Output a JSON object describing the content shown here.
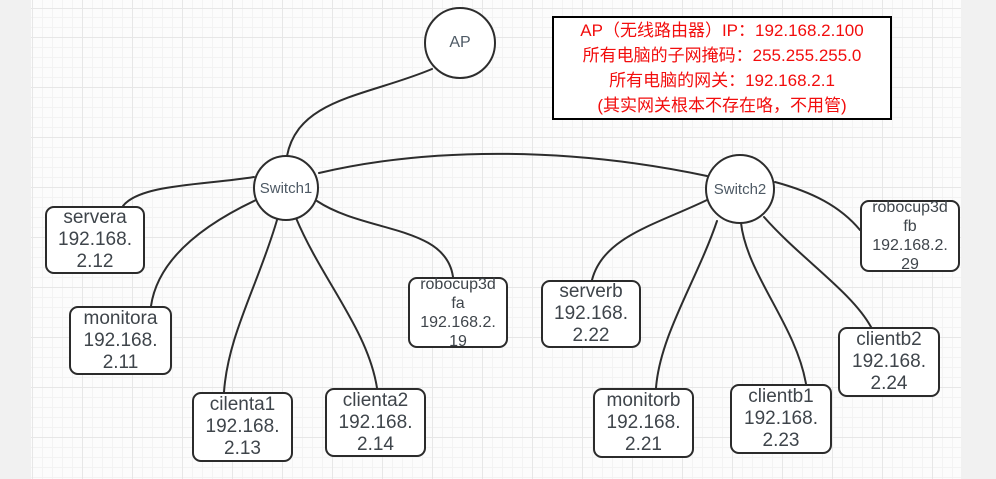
{
  "diagram": {
    "title": "network-topology",
    "info_box": {
      "text_color": "#f20d0d",
      "lines": [
        "AP（无线路由器）IP：192.168.2.100",
        "所有电脑的子网掩码：255.255.255.0",
        "所有电脑的网关：192.168.2.1",
        "(其实网关根本不存在咯，不用管)"
      ]
    },
    "nodes": {
      "ap": {
        "shape": "circle",
        "label": "AP"
      },
      "switch1": {
        "shape": "circle",
        "label": "Switch1"
      },
      "switch2": {
        "shape": "circle",
        "label": "Switch2"
      },
      "servera": {
        "shape": "box",
        "label": "servera\n192.168.\n2.12"
      },
      "monitora": {
        "shape": "box",
        "label": "monitora\n192.168.\n2.11"
      },
      "cilenta1": {
        "shape": "box",
        "label": "cilenta1\n192.168.\n2.13"
      },
      "clienta2": {
        "shape": "box",
        "label": "clienta2\n192.168.\n2.14"
      },
      "robocup3dfa": {
        "shape": "box",
        "label": "robocup3d\nfa\n192.168.2.\n19"
      },
      "serverb": {
        "shape": "box",
        "label": "serverb\n192.168.\n2.22"
      },
      "monitorb": {
        "shape": "box",
        "label": "monitorb\n192.168.\n2.21"
      },
      "clientb1": {
        "shape": "box",
        "label": "clientb1\n192.168.\n2.23"
      },
      "clientb2": {
        "shape": "box",
        "label": "clientb2\n192.168.\n2.24"
      },
      "robocup3dfb": {
        "shape": "box",
        "label": "robocup3d\nfb\n192.168.2.\n29"
      }
    },
    "edges": [
      {
        "from": "ap",
        "to": "switch1"
      },
      {
        "from": "switch1",
        "to": "switch2"
      },
      {
        "from": "switch1",
        "to": "servera"
      },
      {
        "from": "switch1",
        "to": "monitora"
      },
      {
        "from": "switch1",
        "to": "cilenta1"
      },
      {
        "from": "switch1",
        "to": "clienta2"
      },
      {
        "from": "switch1",
        "to": "robocup3dfa"
      },
      {
        "from": "switch2",
        "to": "serverb"
      },
      {
        "from": "switch2",
        "to": "monitorb"
      },
      {
        "from": "switch2",
        "to": "clientb1"
      },
      {
        "from": "switch2",
        "to": "clientb2"
      },
      {
        "from": "switch2",
        "to": "robocup3dfb"
      }
    ],
    "colors": {
      "edge_stroke": "#2d2d2d",
      "node_border": "#2b2b2b",
      "grid_minor": "#f3f3f3",
      "grid_major": "#e7e7e7"
    }
  }
}
